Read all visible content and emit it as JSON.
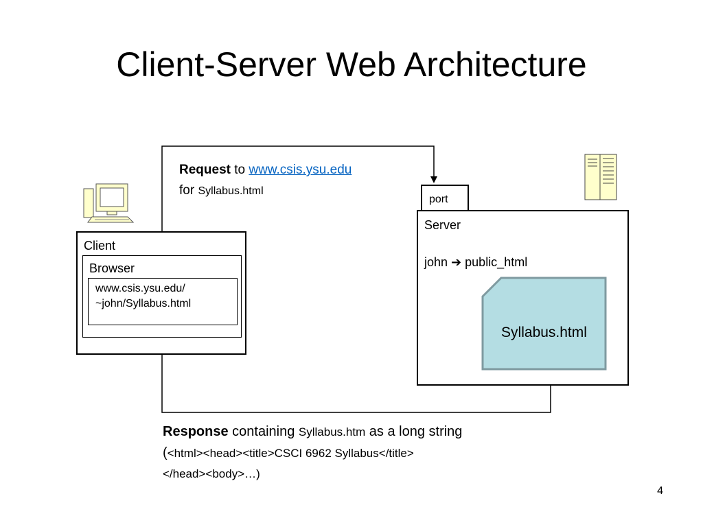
{
  "slide": {
    "title": "Client-Server Web Architecture",
    "page_number": "4"
  },
  "request": {
    "bold": "Request",
    "to": "to",
    "url": "www.csis.ysu.edu",
    "for": "for",
    "file": "Syllabus.html"
  },
  "client": {
    "label": "Client",
    "browser_label": "Browser",
    "address_line1": "www.csis.ysu.edu/",
    "address_line2": "~john/Syllabus.html"
  },
  "server": {
    "port_label": "port",
    "label": "Server",
    "mapping_user": "john",
    "mapping_arrow": "➔",
    "mapping_dir": "public_html",
    "file_label": "Syllabus.html"
  },
  "response": {
    "bold": "Response",
    "containing": "containing",
    "file": "Syllabus.htm",
    "tail": "as a long string",
    "paren_open": "(",
    "html_line1": "<html><head><title>CSCI 6962 Syllabus</title>",
    "html_line2": "</head><body>…)"
  },
  "colors": {
    "file_fill": "#b4dde3",
    "file_stroke": "#7f9aa0",
    "icon_fill": "#ffffcc",
    "link": "#0563c1"
  },
  "icons": {
    "client": "desktop-computer-icon",
    "server": "server-tower-icon"
  }
}
